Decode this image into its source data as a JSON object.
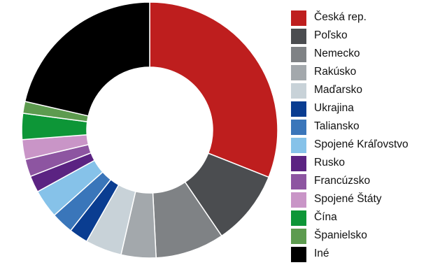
{
  "chart_data": {
    "type": "donut",
    "legend_position": "right",
    "series": [
      {
        "name": "Česká rep.",
        "value": 31,
        "color": "#be1e1e"
      },
      {
        "name": "Poľsko",
        "value": 9.5,
        "color": "#4b4d50"
      },
      {
        "name": "Nemecko",
        "value": 8.7,
        "color": "#7f8285"
      },
      {
        "name": "Rakúsko",
        "value": 4.4,
        "color": "#a3a8ac"
      },
      {
        "name": "Maďarsko",
        "value": 4.6,
        "color": "#c8d2d8"
      },
      {
        "name": "Ukrajina",
        "value": 2.4,
        "color": "#0a3d91"
      },
      {
        "name": "Taliansko",
        "value": 2.8,
        "color": "#3a76ba"
      },
      {
        "name": "Spojené Kráľovstvo",
        "value": 3.6,
        "color": "#86c2e9"
      },
      {
        "name": "Rusko",
        "value": 2.1,
        "color": "#5b2382"
      },
      {
        "name": "Francúzsko",
        "value": 2.2,
        "color": "#8d55a1"
      },
      {
        "name": "Spojené Štáty",
        "value": 2.5,
        "color": "#c995c7"
      },
      {
        "name": "Čína",
        "value": 3.3,
        "color": "#0d9637"
      },
      {
        "name": "Španielsko",
        "value": 1.5,
        "color": "#5d9b4f"
      },
      {
        "name": "Iné",
        "value": 21.4,
        "color": "#000000"
      }
    ]
  }
}
